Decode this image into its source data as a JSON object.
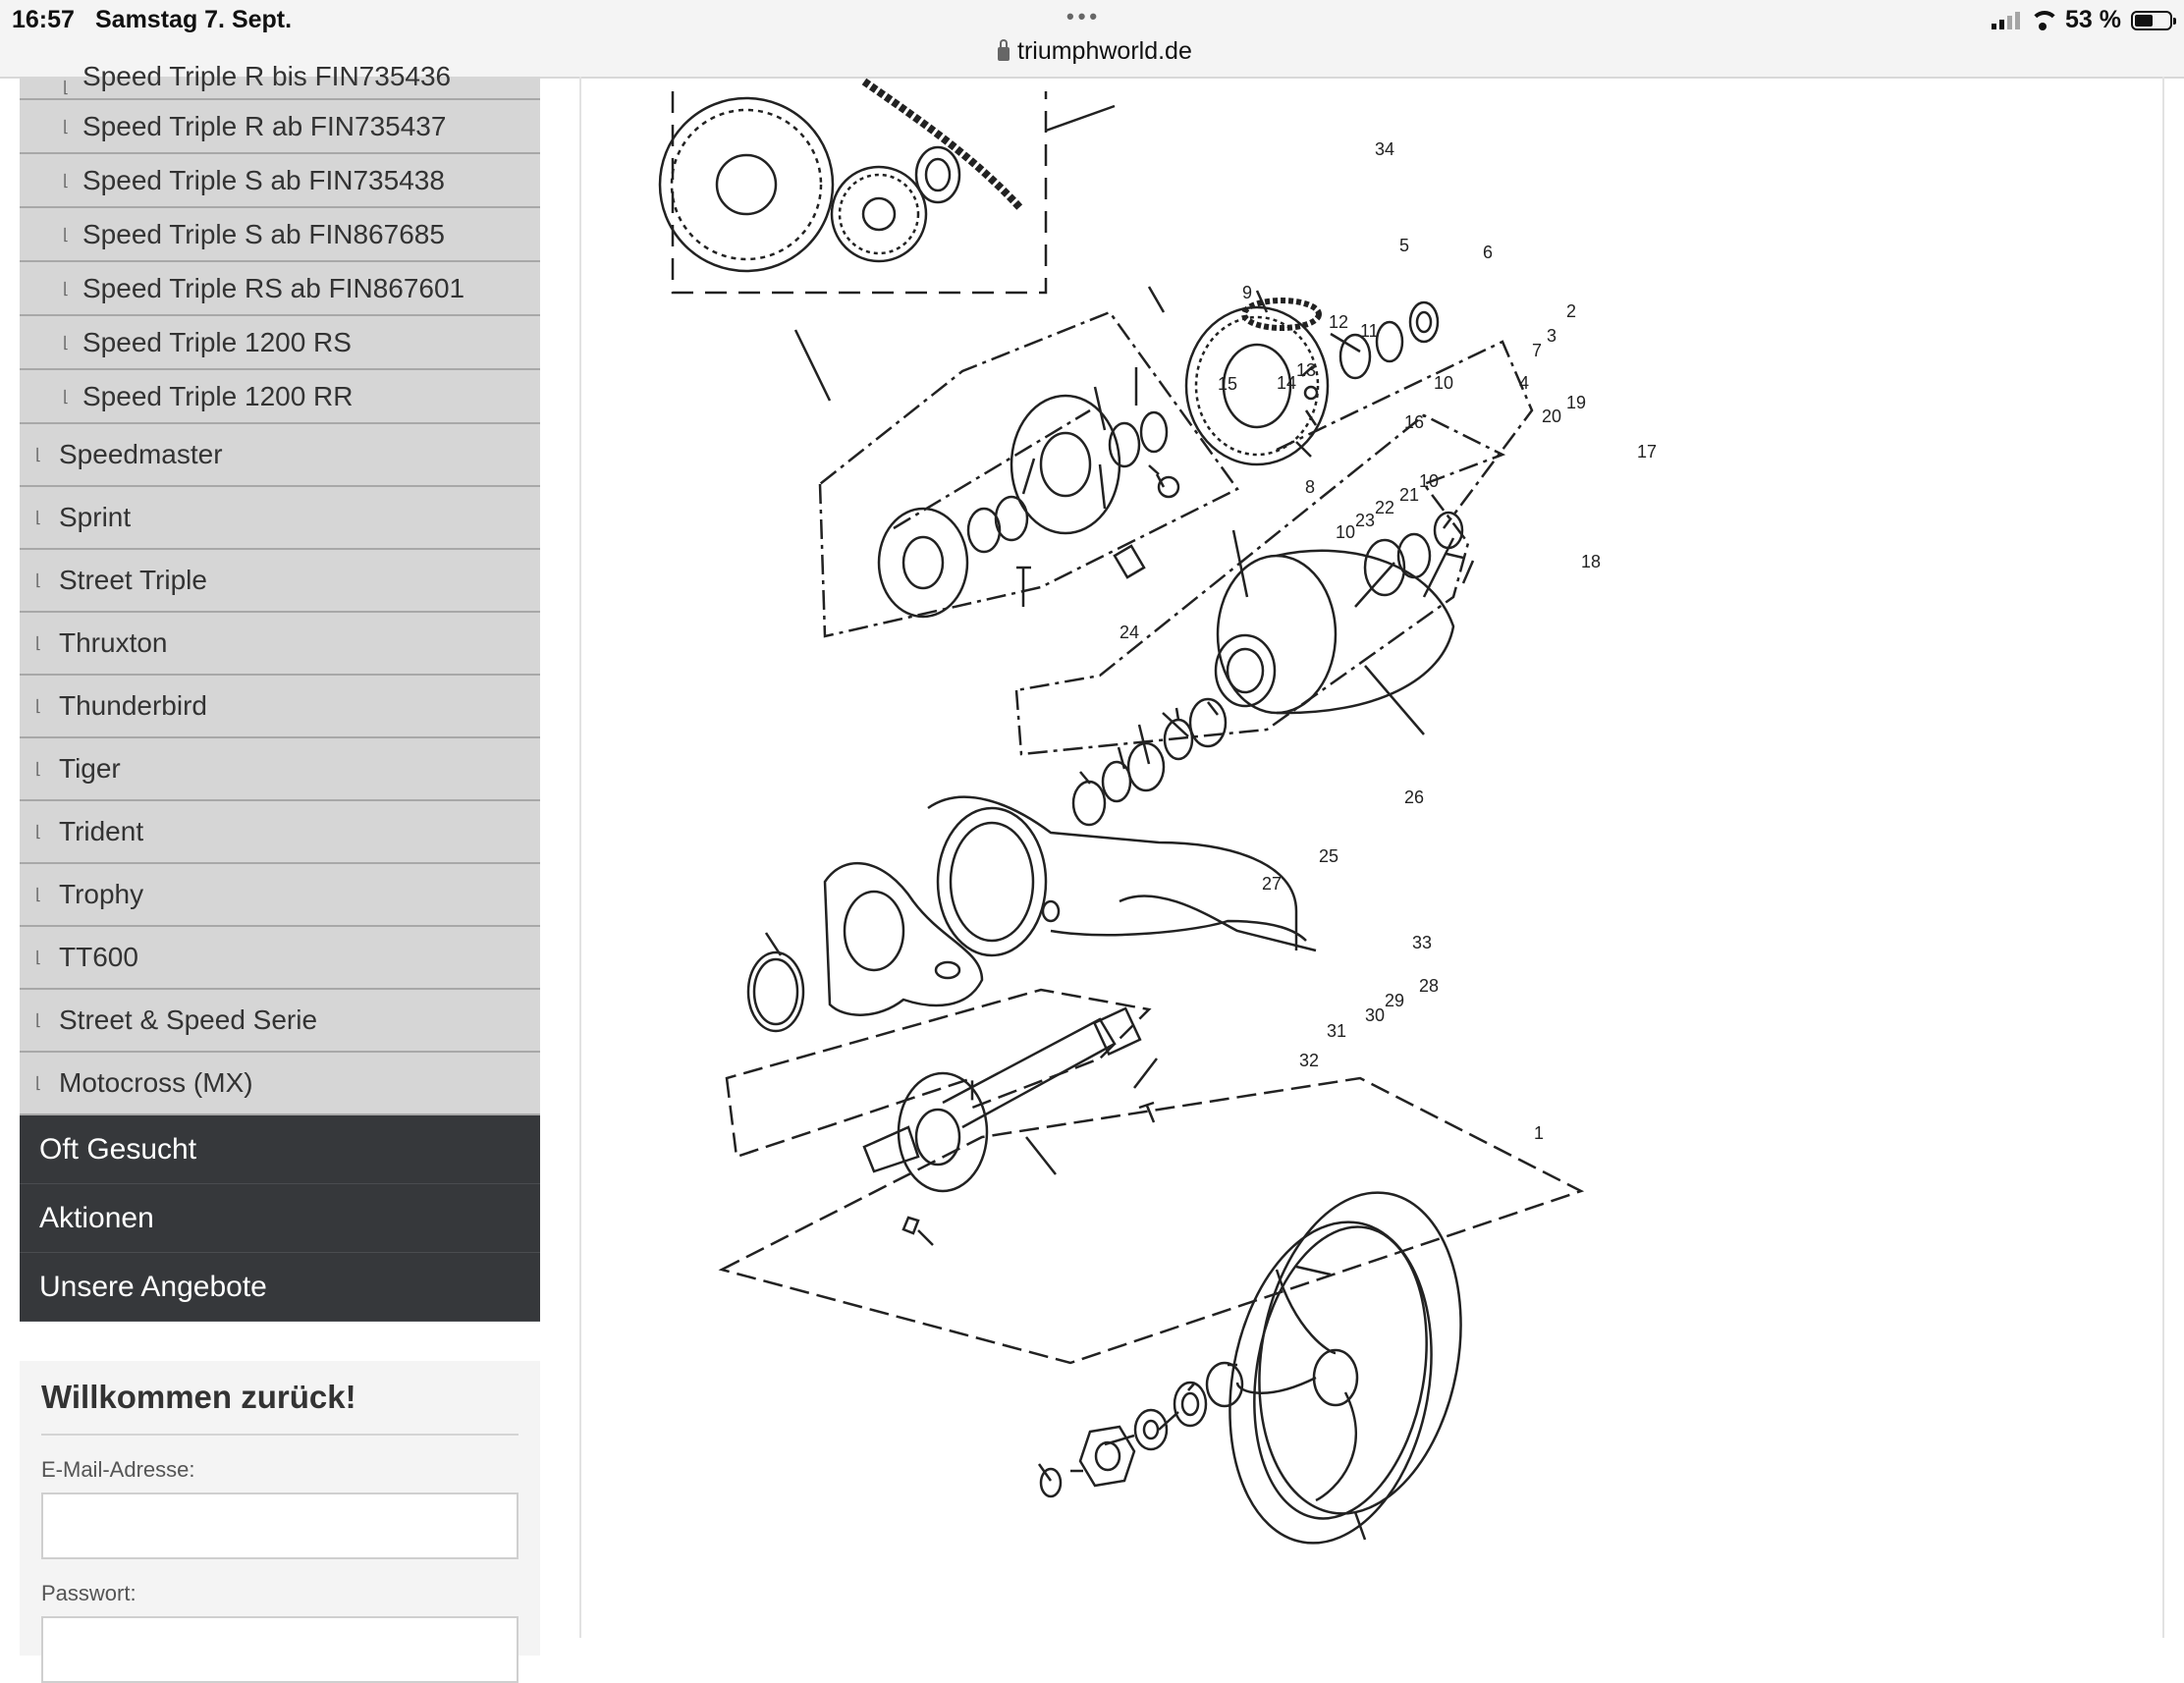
{
  "status_bar": {
    "time": "16:57",
    "date": "Samstag 7. Sept.",
    "url": "triumphworld.de",
    "battery": "53 %",
    "battery_level": 0.53
  },
  "sidebar": {
    "sub_items": [
      {
        "label": "Speed Triple R bis FIN735436"
      },
      {
        "label": "Speed Triple R ab FIN735437"
      },
      {
        "label": "Speed Triple S ab FIN735438"
      },
      {
        "label": "Speed Triple S ab FIN867685"
      },
      {
        "label": "Speed Triple RS ab FIN867601"
      },
      {
        "label": "Speed Triple 1200 RS"
      },
      {
        "label": "Speed Triple 1200 RR"
      }
    ],
    "categories": [
      {
        "label": "Speedmaster"
      },
      {
        "label": "Sprint"
      },
      {
        "label": "Street Triple"
      },
      {
        "label": "Thruxton"
      },
      {
        "label": "Thunderbird"
      },
      {
        "label": "Tiger"
      },
      {
        "label": "Trident"
      },
      {
        "label": "Trophy"
      },
      {
        "label": "TT600"
      },
      {
        "label": "Street & Speed Serie"
      },
      {
        "label": "Motocross (MX)"
      }
    ],
    "dark_items": [
      {
        "label": "Oft Gesucht"
      },
      {
        "label": "Aktionen"
      },
      {
        "label": "Unsere Angebote"
      }
    ],
    "login": {
      "title": "Willkommen zurück!",
      "email_label": "E-Mail-Adresse:",
      "email_value": "",
      "password_label": "Passwort:"
    }
  },
  "diagram": {
    "part_numbers": [
      "34",
      "5",
      "6",
      "2",
      "3",
      "7",
      "4",
      "9",
      "12",
      "11",
      "10",
      "15",
      "14",
      "13",
      "16",
      "8",
      "20",
      "19",
      "17",
      "10",
      "21",
      "22",
      "23",
      "10",
      "18",
      "24",
      "26",
      "25",
      "27",
      "33",
      "28",
      "29",
      "30",
      "31",
      "32",
      "1"
    ]
  }
}
